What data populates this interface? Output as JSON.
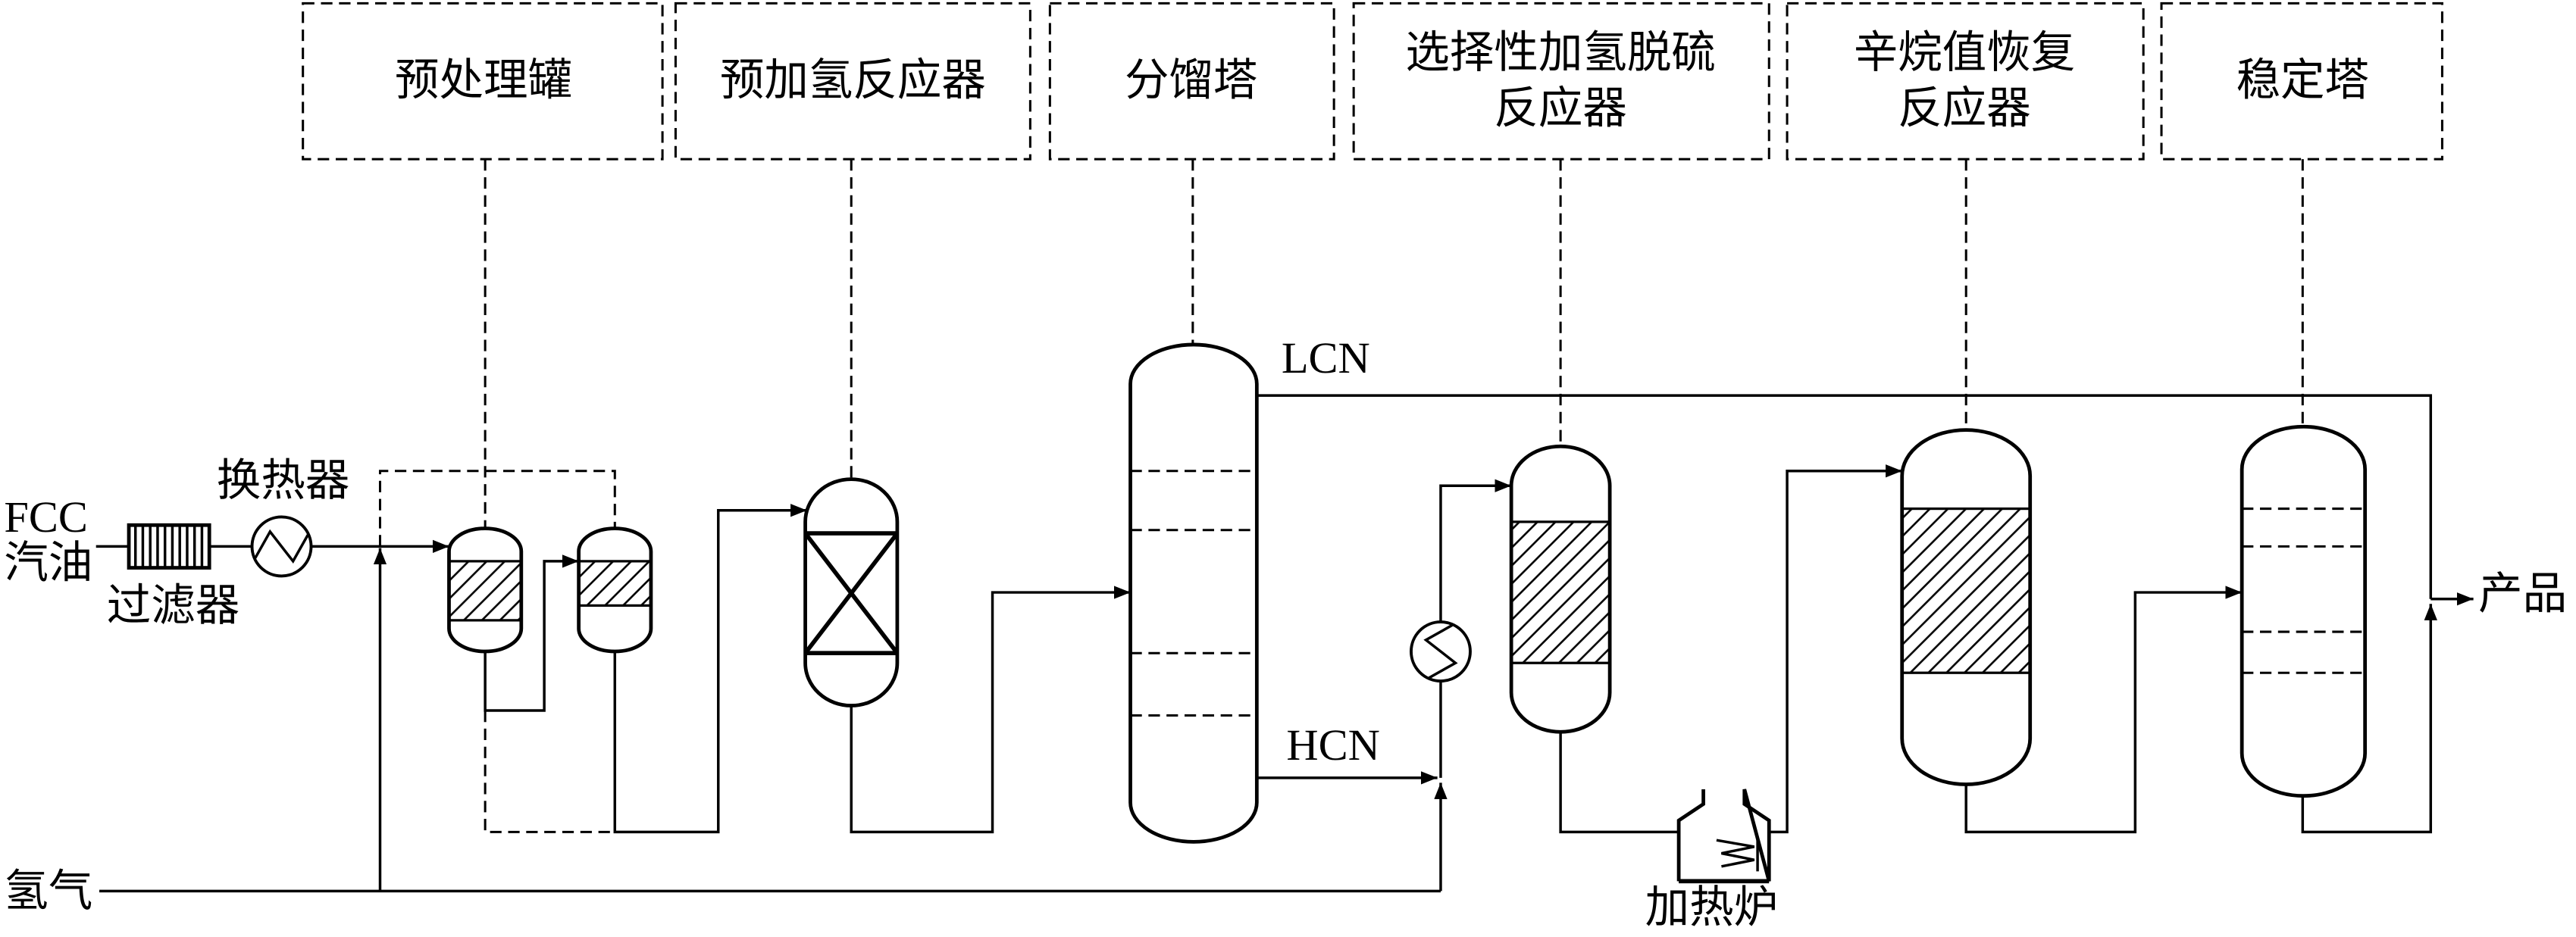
{
  "units": [
    {
      "lines": [
        "预处理罐"
      ]
    },
    {
      "lines": [
        "预加氢反应器"
      ]
    },
    {
      "lines": [
        "分馏塔"
      ]
    },
    {
      "lines": [
        "选择性加氢脱硫",
        "反应器"
      ]
    },
    {
      "lines": [
        "辛烷值恢复",
        "反应器"
      ]
    },
    {
      "lines": [
        "稳定塔"
      ]
    }
  ],
  "feed": {
    "lines": [
      "FCC",
      "汽油"
    ]
  },
  "equipment_labels": {
    "filter": "过滤器",
    "heat_exchanger": "换热器",
    "furnace": "加热炉"
  },
  "streams": {
    "hydrogen": "氢气",
    "lcn": "LCN",
    "hcn": "HCN",
    "product": "产品"
  }
}
